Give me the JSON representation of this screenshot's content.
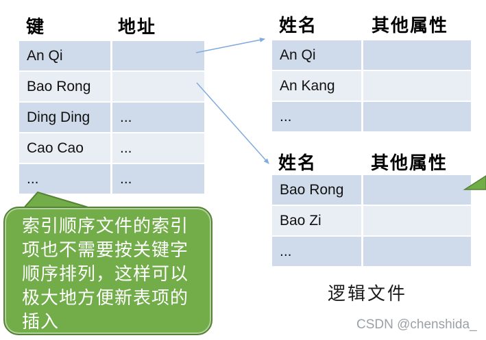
{
  "colors": {
    "row_dark": "#cfdbea",
    "row_light": "#e9edf4",
    "arrow_blue": "#7fabde",
    "green_arrow_fill": "#70ad47",
    "green_border": "#538135",
    "bubble_fill": "#72ad49",
    "watermark_gray": "#9aa0a6"
  },
  "index_table": {
    "col_headers": [
      "键",
      "地址"
    ],
    "rows": [
      {
        "key": "An Qi",
        "address": ""
      },
      {
        "key": "Bao Rong",
        "address": ""
      },
      {
        "key": "Ding Ding",
        "address": "..."
      },
      {
        "key": "Cao Cao",
        "address": "..."
      },
      {
        "key": "...",
        "address": "..."
      }
    ]
  },
  "logical_block_top": {
    "col_headers": [
      "姓名",
      "其他属性"
    ],
    "rows": [
      {
        "name": "An Qi",
        "attrs": ""
      },
      {
        "name": "An Kang",
        "attrs": ""
      },
      {
        "name": "...",
        "attrs": ""
      }
    ]
  },
  "logical_block_bottom": {
    "col_headers": [
      "姓名",
      "其他属性"
    ],
    "rows": [
      {
        "name": "Bao Rong",
        "attrs": ""
      },
      {
        "name": "Bao Zi",
        "attrs": ""
      },
      {
        "name": "...",
        "attrs": ""
      }
    ]
  },
  "callout": {
    "lines": [
      "索引顺序文件的索引",
      "项也不需要按关键字",
      "顺序排列，这样可以",
      "极大地方便新表项的",
      "插入"
    ]
  },
  "caption": "逻辑文件",
  "watermark": "CSDN @chenshida_"
}
